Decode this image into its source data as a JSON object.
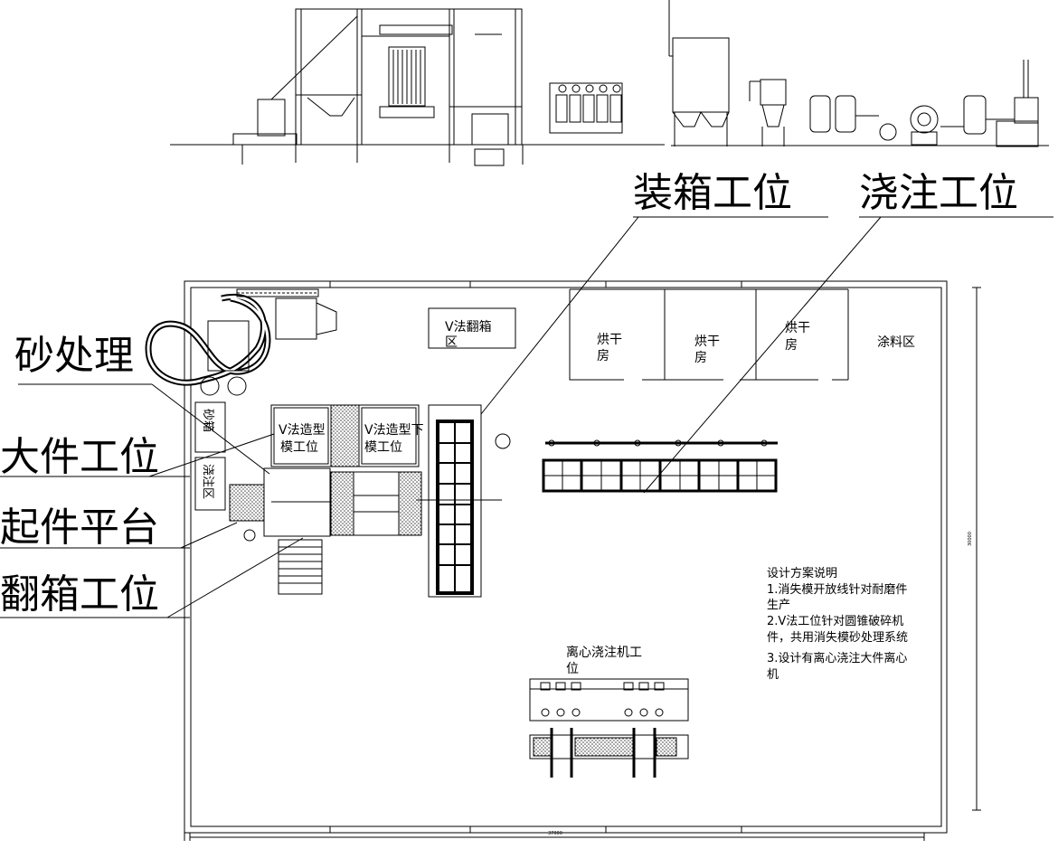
{
  "callouts": {
    "packing_station": "装箱工位",
    "pouring_station": "浇注工位",
    "sand_treatment": "砂处理",
    "large_part_station": "大件工位",
    "lifting_platform": "起件平台",
    "flipping_station": "翻箱工位"
  },
  "rooms": {
    "v_flip_area": [
      "V法翻箱",
      "区"
    ],
    "drying_room_1": [
      "烘干",
      "房"
    ],
    "drying_room_2": [
      "烘干",
      "房"
    ],
    "drying_room_3": [
      "烘干",
      "房"
    ],
    "coating_area": "涂料区",
    "v_upper_mold": [
      "V法造型",
      "模工位"
    ],
    "v_lower_mold": [
      "V法造型下",
      "模工位"
    ],
    "centrifugal": [
      "离心浇注机工",
      "位"
    ],
    "box_label_a": "砂箱",
    "box_label_b": "浇注区"
  },
  "notes": {
    "title": "设计方案说明",
    "lines": [
      "1.消失模开放线针对耐磨件",
      "生产",
      "2.V法工位针对圆锥破碎机",
      "件，共用消失模砂处理系统",
      "3.设计有离心浇注大件离心",
      "机"
    ]
  },
  "dimensions": {
    "width": "37000",
    "height": "30000"
  },
  "colors": {
    "line": "#000000",
    "background": "#ffffff",
    "hatch": "#555555"
  }
}
